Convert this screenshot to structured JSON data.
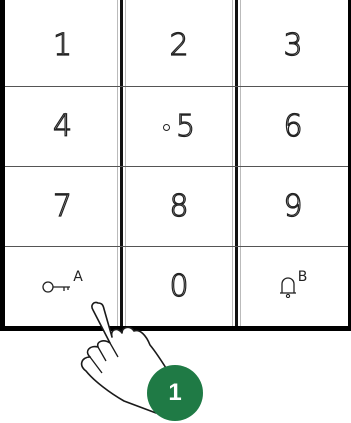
{
  "keypad": {
    "keys": [
      {
        "label": "1"
      },
      {
        "label": "2"
      },
      {
        "label": "3"
      },
      {
        "label": "4"
      },
      {
        "label": "5"
      },
      {
        "label": "6"
      },
      {
        "label": "7"
      },
      {
        "label": "8"
      },
      {
        "label": "9"
      },
      {
        "label": "A",
        "icon": "key-icon"
      },
      {
        "label": "0"
      },
      {
        "label": "B",
        "icon": "bell-icon"
      }
    ]
  },
  "callout": {
    "number": "1"
  },
  "colors": {
    "callout": "#1f7a45",
    "frame": "#000000"
  }
}
